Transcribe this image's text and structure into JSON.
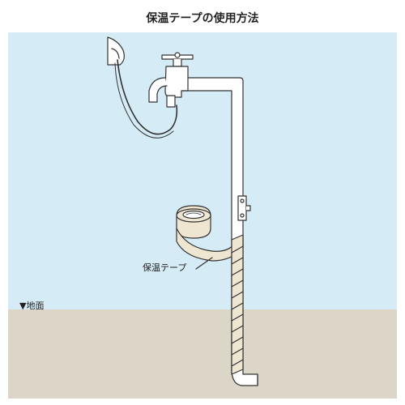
{
  "title": "保温テープの使用方法",
  "labels": {
    "tape": "保温テープ",
    "ground_marker": "▼",
    "ground": "地面"
  },
  "colors": {
    "sky": "#d5ecf6",
    "ground": "#dcd6c8",
    "tape": "#efe6d2",
    "pipe": "#ffffff",
    "line": "#333333"
  },
  "icons": {
    "faucet": "faucet-icon",
    "hose": "hose-icon",
    "hose_bracket": "hose-bracket-icon",
    "pipe_clamp": "pipe-clamp-icon"
  }
}
